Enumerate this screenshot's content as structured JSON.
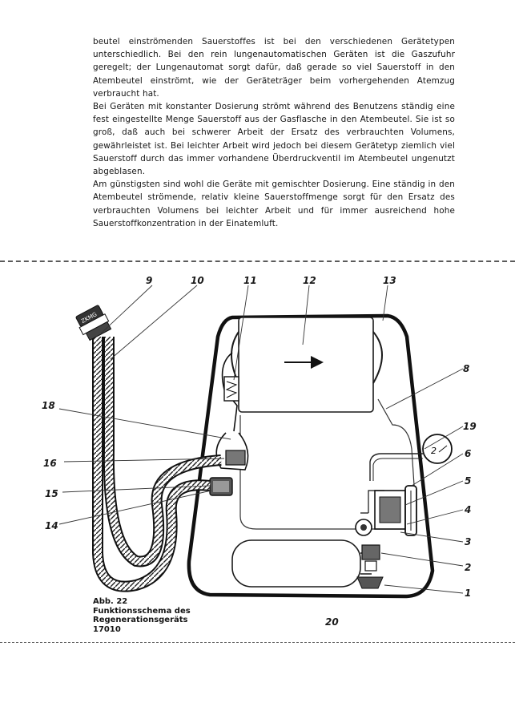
{
  "paragraphs": [
    "beutel einströmenden Sauerstoffes ist bei den verschiedenen Gerätetypen unterschiedlich. Bei den rein lungenautomatischen Geräten ist die Gaszufuhr geregelt; der Lungenautomat sorgt dafür, daß gerade so viel Sauerstoff in den Atembeutel einströmt, wie der Geräteträger beim vorhergehenden Atemzug verbraucht hat.",
    "Bei Geräten mit konstanter Dosierung strömt während des Benutzens ständig eine fest eingestellte Menge Sauerstoff aus der Gasflasche in den Atembeutel. Sie ist so groß, daß auch bei schwerer Arbeit der Ersatz des verbrauchten Volumens, gewährleistet ist. Bei leichter Arbeit wird jedoch bei diesem Gerätetyp ziemlich viel Sauerstoff durch das immer vorhandene Überdruckventil im Atembeutel ungenutzt abgeblasen.",
    "Am günstigsten sind wohl die Geräte mit gemischter Dosierung. Eine ständig in den Atembeutel strömende, relativ kleine Sauerstoffmenge sorgt für den Ersatz des verbrauchten Volumens bei leichter Arbeit und für immer ausreichend hohe Sauerstoffkonzentration in der Einatemluft."
  ],
  "figure": {
    "labels": {
      "n1": "1",
      "n2": "2",
      "n3": "3",
      "n4": "4",
      "n5": "5",
      "n6": "6",
      "n8": "8",
      "n9": "9",
      "n10": "10",
      "n11": "11",
      "n12": "12",
      "n13": "13",
      "n14": "14",
      "n15": "15",
      "n16": "16",
      "n18": "18",
      "n19": "19",
      "n20": "20"
    },
    "caption": {
      "line1": "Abb. 22",
      "line2": "Funktionsschema des",
      "line3": "Regenerationsgeräts",
      "line4": "17010"
    },
    "gauge_mark": "2",
    "mask_mark": "ZKMG"
  }
}
